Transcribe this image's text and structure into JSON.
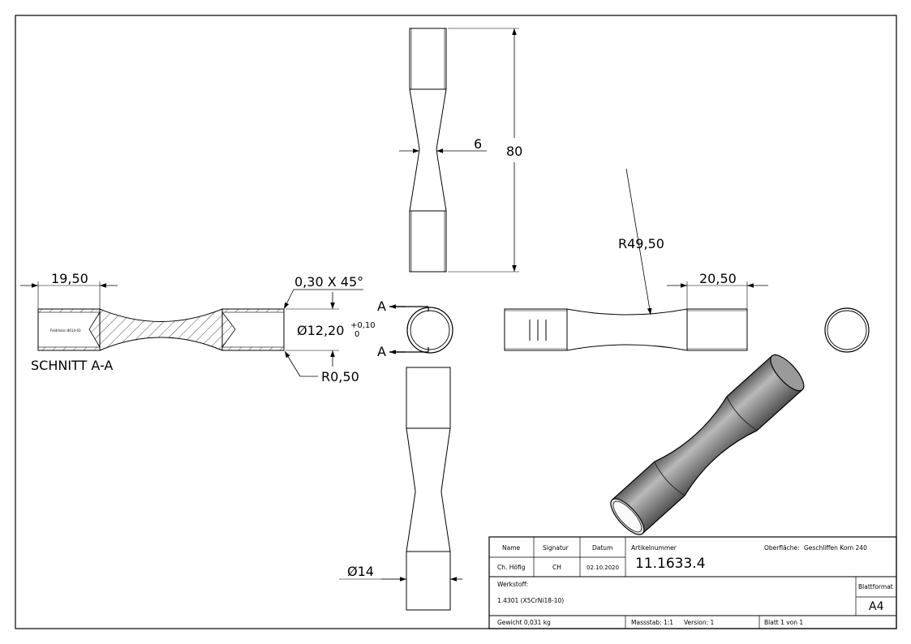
{
  "views": {
    "section_title": "SCHNITT A-A",
    "section_marker": "A",
    "engraving": "Feldmann 8014-03"
  },
  "dimensions": {
    "overall_length": "80",
    "waist_width": "6",
    "diameter": "Ø14",
    "bore_diameter": "Ø12,20",
    "bore_tol_upper": "+0,10",
    "bore_tol_lower": "0",
    "chamfer": "0,30 X 45°",
    "fillet": "R0,50",
    "left_bore_depth": "19,50",
    "right_bore_depth": "20,50",
    "waist_radius": "R49,50"
  },
  "title_block": {
    "headers": {
      "name": "Name",
      "signature": "Signatur",
      "date": "Datum",
      "article": "Artikelnummer",
      "surface": "Oberfläche:"
    },
    "name": "Ch. Höfig",
    "signature": "CH",
    "date": "02.10.2020",
    "article_number": "11.1633.4",
    "surface": "Geschliffen Korn 240",
    "material_label": "Werkstoff:",
    "material": "1.4301 (X5CrNi18-10)",
    "sheet_format_label": "Blattformat",
    "sheet_format": "A4",
    "weight": "Gewicht 0,031 kg",
    "scale": "Massstab: 1:1",
    "version": "Version: 1",
    "sheet": "Blatt 1 von 1"
  }
}
